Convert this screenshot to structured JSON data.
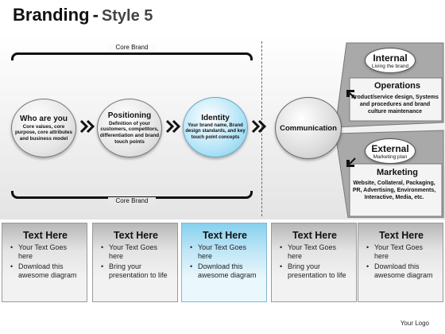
{
  "header": {
    "title_main": "Branding",
    "title_sep": "-",
    "title_style": "Style 5"
  },
  "core_brand_top": "Core Brand",
  "core_brand_bottom": "Core Brand",
  "stages": [
    {
      "title": "Who are you",
      "desc": "Core values, core purpose, core attributes and business model"
    },
    {
      "title": "Positioning",
      "desc": "Definition of your customers, competitors, differentiation and brand touch points"
    },
    {
      "title": "Identity",
      "desc": "Your brand name, Brand design standards, and key touch point concepts"
    }
  ],
  "communication": "Communication",
  "internal": {
    "label": "Internal",
    "sub": "Living the brand",
    "box_title": "Operations",
    "box_desc": "Product/service design, Systems and procedures and brand culture maintenance"
  },
  "external": {
    "label": "External",
    "sub": "Marketing plan",
    "box_title": "Marketing",
    "box_desc": "Website, Collateral, Packaging, PR, Advertising, Environments, Interactive, Media, etc."
  },
  "panels": [
    {
      "heading": "Text Here",
      "bullets": [
        "Your Text Goes here",
        "Download this awesome diagram"
      ]
    },
    {
      "heading": "Text Here",
      "bullets": [
        "Your Text Goes here",
        "Bring your presentation to life"
      ]
    },
    {
      "heading": "Text Here",
      "bullets": [
        "Your Text Goes here",
        "Download this awesome diagram"
      ]
    },
    {
      "heading": "Text Here",
      "bullets": [
        "Your Text Goes here",
        "Bring your presentation to life"
      ]
    },
    {
      "heading": "Text Here",
      "bullets": [
        "Your Text Goes here",
        "Download this awesome diagram"
      ]
    }
  ],
  "logo": "Your Logo",
  "colors": {
    "highlight": "#86d0ee",
    "identity_fill": "#7ccbea",
    "fan_fill": "#a9a9a9"
  },
  "icons": [
    "chevron-double-right-icon",
    "arrow-inward-icon"
  ]
}
